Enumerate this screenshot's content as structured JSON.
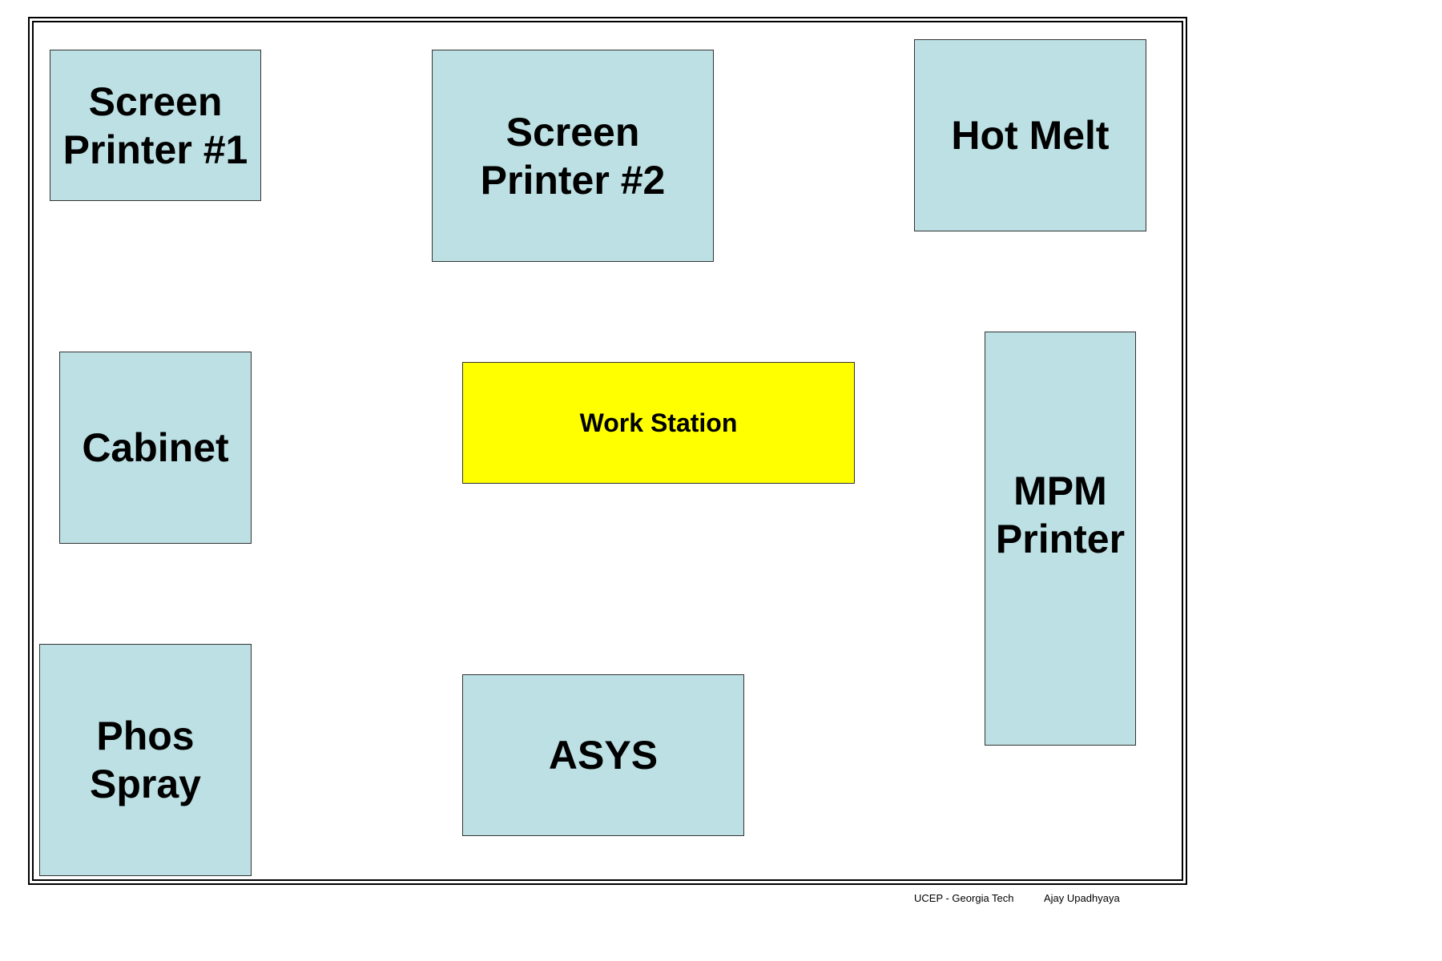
{
  "stations": {
    "screen_printer_1": "Screen\nPrinter #1",
    "screen_printer_2": "Screen\nPrinter #2",
    "hot_melt": "Hot Melt",
    "cabinet": "Cabinet",
    "work_station": "Work Station",
    "mpm_printer": "MPM\nPrinter",
    "phos_spray": "Phos\nSpray",
    "asys": "ASYS"
  },
  "footer": {
    "organization": "UCEP - Georgia Tech",
    "author": "Ajay Upadhyaya"
  },
  "colors": {
    "equipment_fill": "#bce0e3",
    "work_station_fill": "#ffff00"
  }
}
